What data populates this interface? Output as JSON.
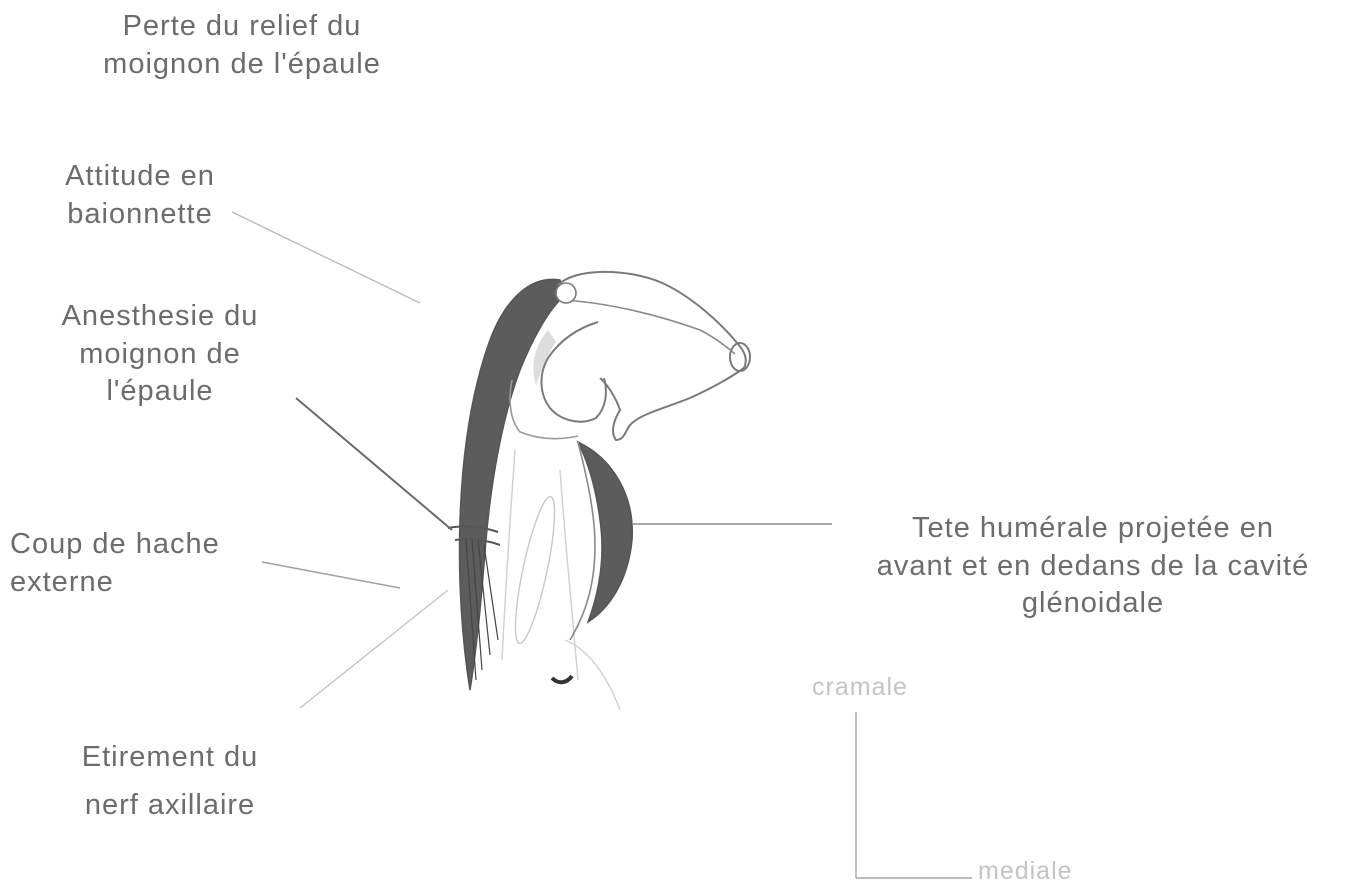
{
  "labels": {
    "perte": "Perte du relief du\nmoignon de l'épaule",
    "attitude": "Attitude en\nbaionnette",
    "anesthesie": "Anesthesie du\nmoignon de\nl'épaule",
    "coup": "Coup de hache\nexterne",
    "etirement": "Etirement du\nnerf axillaire",
    "tete": "Tete humérale projetée en\navant et en dedans de la cavité\nglénoidale"
  },
  "axes": {
    "cranial": "cramale",
    "medial": "mediale"
  },
  "colors": {
    "text": "#6c6c6c",
    "outline": "#8a8a8a",
    "muscle": "#5e5e5e",
    "axis": "#9a9a9a",
    "axis_text": "#c4c4c4"
  }
}
